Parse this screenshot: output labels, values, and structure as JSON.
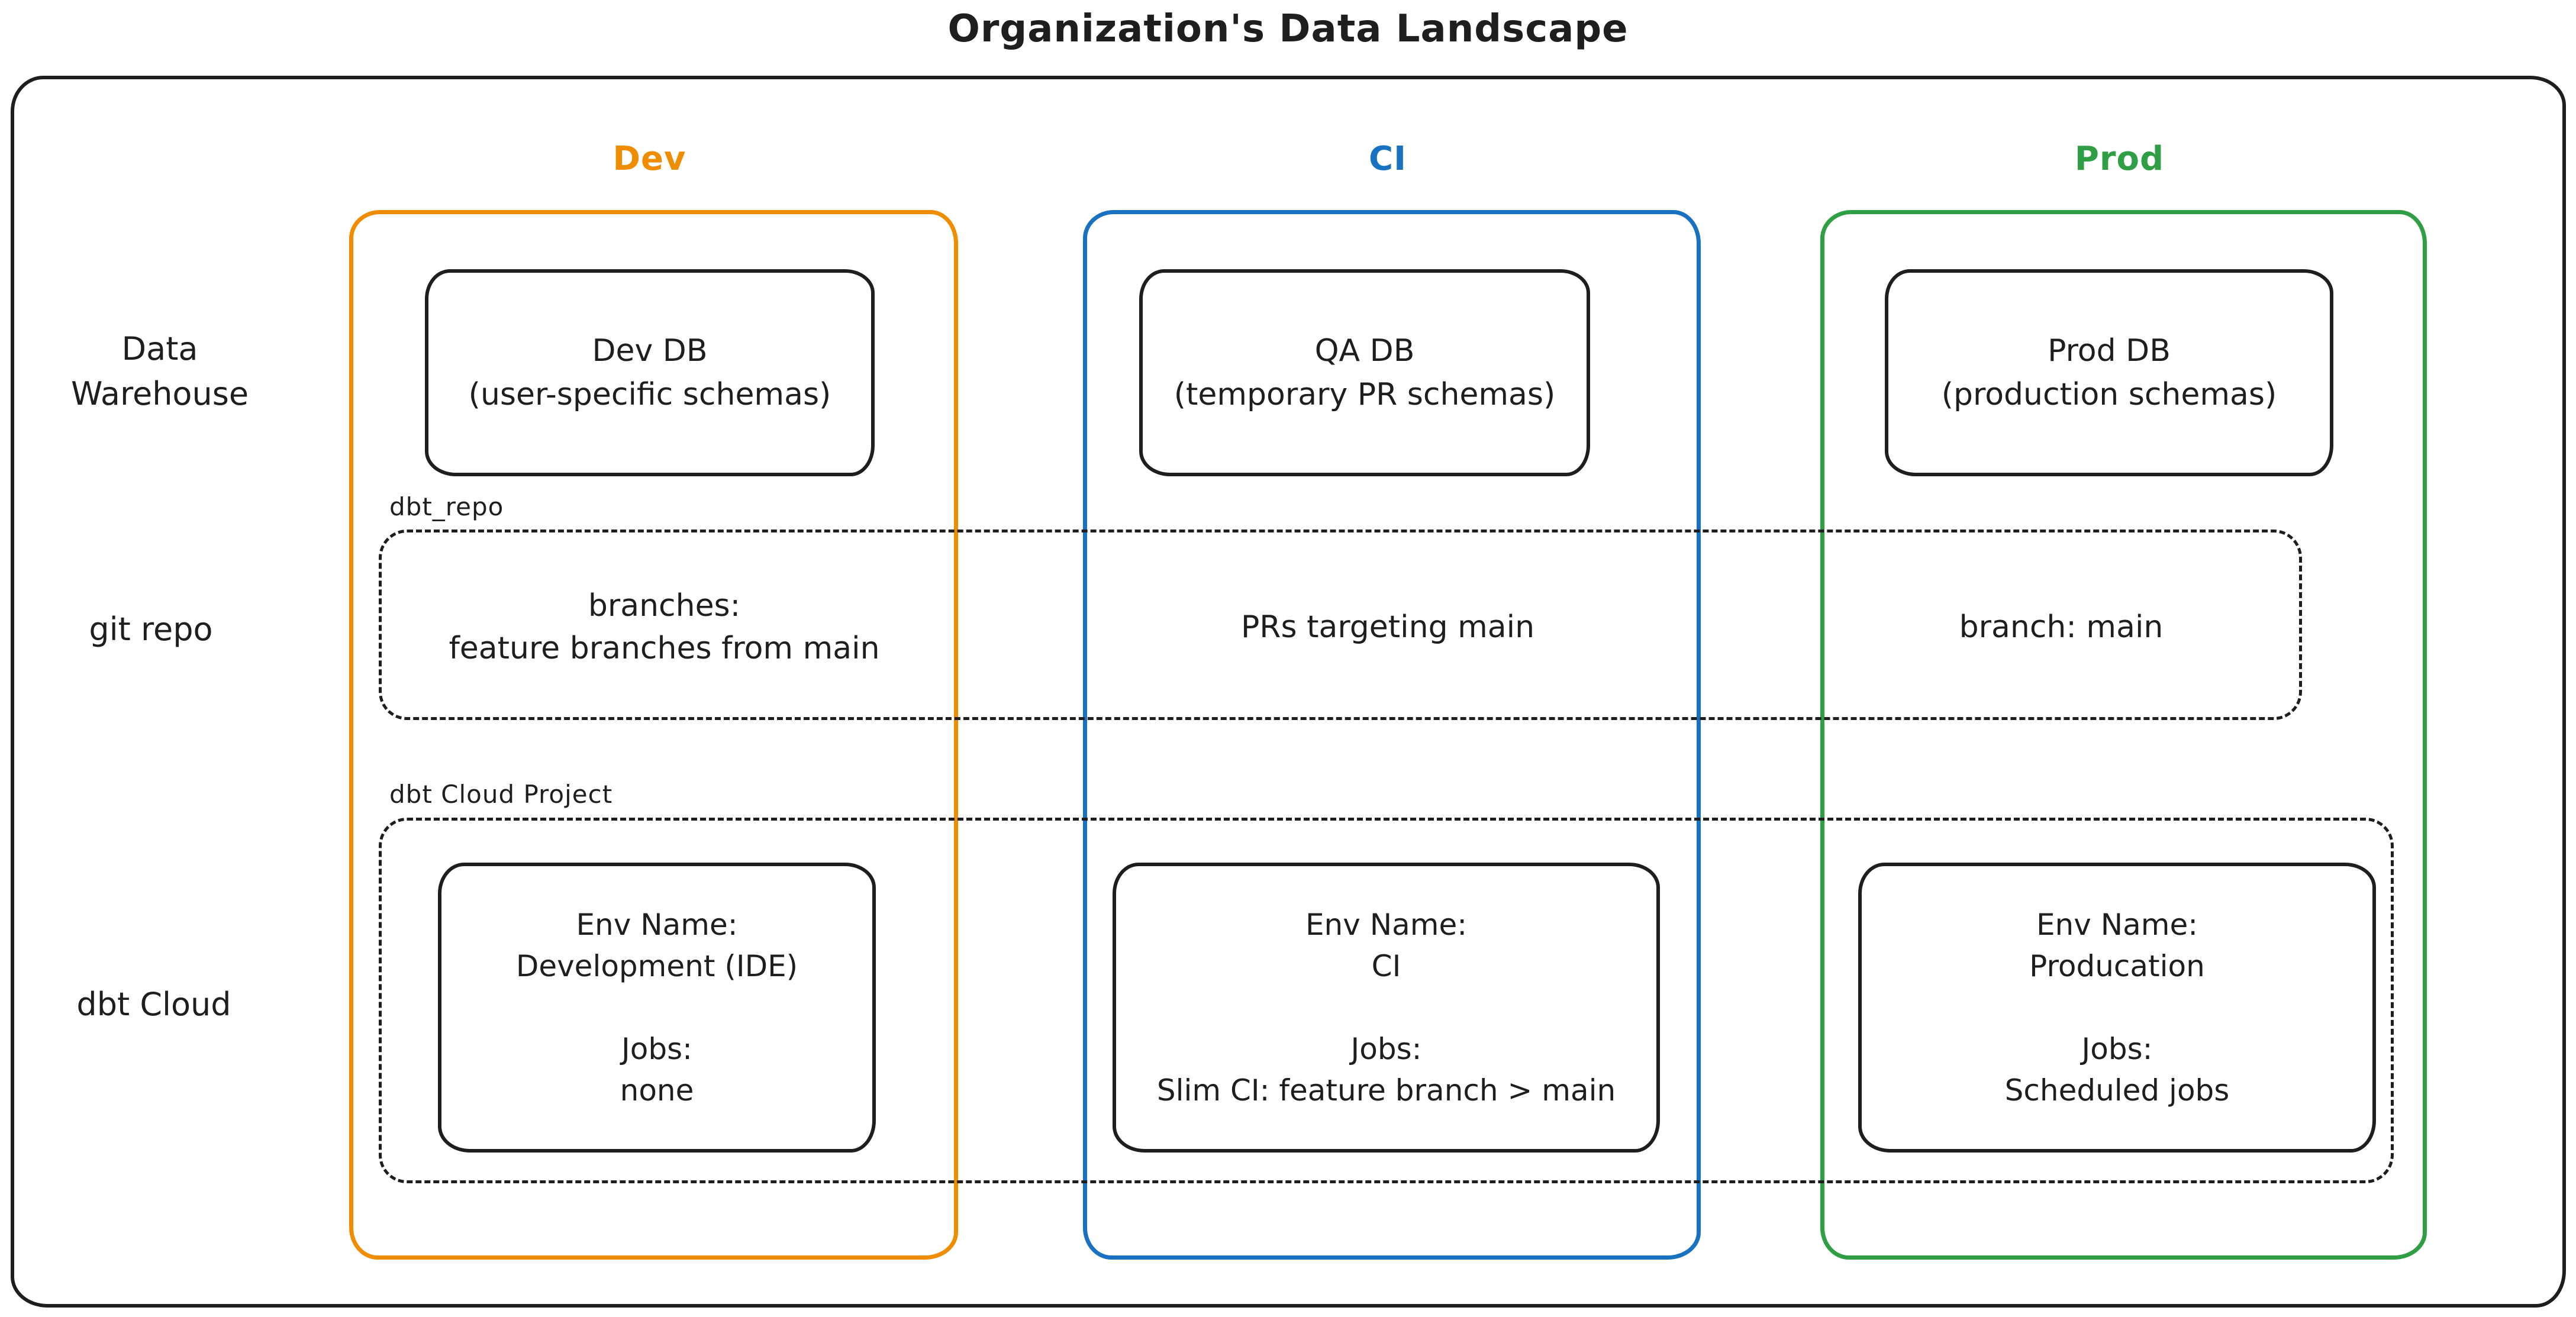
{
  "title": "Organization's Data Landscape",
  "colors": {
    "ink": "#1e1e1e",
    "dev_accent": "#f08c00",
    "ci_accent": "#1971c2",
    "prod_accent": "#2f9e44",
    "background": "#ffffff"
  },
  "columns": [
    {
      "id": "dev",
      "label": "Dev"
    },
    {
      "id": "ci",
      "label": "CI"
    },
    {
      "id": "prod",
      "label": "Prod"
    }
  ],
  "rows": [
    {
      "id": "data-warehouse",
      "lines": [
        "Data",
        "Warehouse"
      ]
    },
    {
      "id": "git-repo",
      "label": "git repo"
    },
    {
      "id": "dbt-cloud",
      "label": "dbt Cloud"
    }
  ],
  "warehouse_boxes": [
    {
      "column": "dev",
      "line1": "Dev DB",
      "line2": "(user-specific schemas)"
    },
    {
      "column": "ci",
      "line1": "QA DB",
      "line2": "(temporary PR schemas)"
    },
    {
      "column": "prod",
      "line1": "Prod DB",
      "line2": "(production schemas)"
    }
  ],
  "git_repo_group": {
    "label": "dbt_repo",
    "cells": [
      {
        "column": "dev",
        "lines": [
          "branches:",
          "feature branches from main"
        ]
      },
      {
        "column": "ci",
        "lines": [
          "PRs targeting main"
        ]
      },
      {
        "column": "prod",
        "lines": [
          "branch: main"
        ]
      }
    ]
  },
  "dbt_cloud_group": {
    "label": "dbt Cloud Project",
    "env_boxes": [
      {
        "column": "dev",
        "env_label": "Env Name:",
        "env_name": "Development (IDE)",
        "jobs_label": "Jobs:",
        "jobs": "none"
      },
      {
        "column": "ci",
        "env_label": "Env Name:",
        "env_name": "CI",
        "jobs_label": "Jobs:",
        "jobs": "Slim CI: feature branch > main"
      },
      {
        "column": "prod",
        "env_label": "Env Name:",
        "env_name": "Producation",
        "jobs_label": "Jobs:",
        "jobs": "Scheduled jobs"
      }
    ]
  }
}
